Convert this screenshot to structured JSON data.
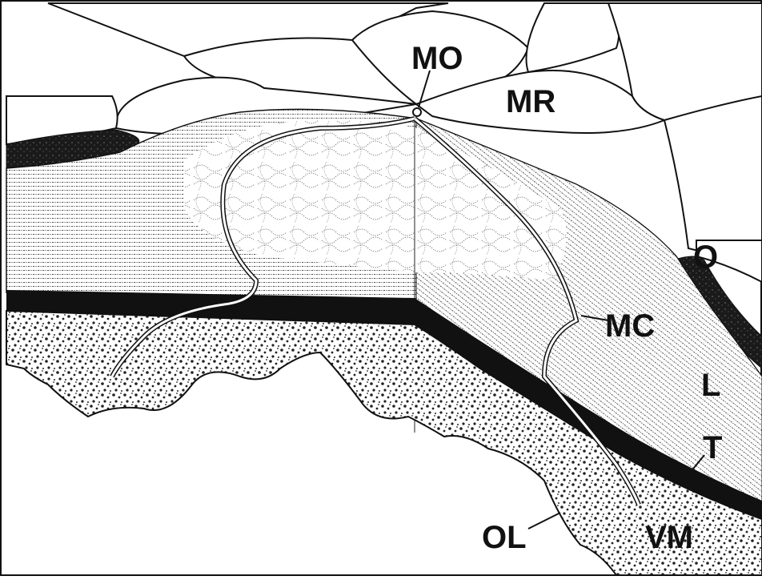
{
  "diagram": {
    "labels": {
      "mo": "MO",
      "mr": "MR",
      "o": "O",
      "mc": "MC",
      "l": "L",
      "t": "T",
      "ol": "OL",
      "vm": "VM"
    },
    "colors": {
      "ink": "#111111",
      "background": "#ffffff",
      "paper": "#f7f7f7"
    }
  }
}
